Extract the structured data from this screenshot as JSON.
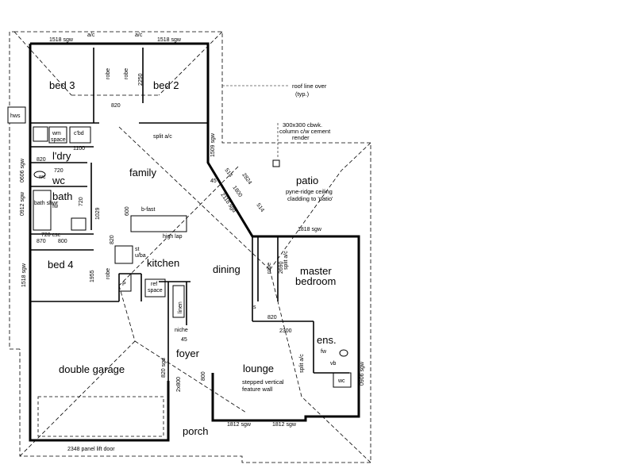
{
  "rooms": {
    "bed3": "bed 3",
    "bed2": "bed 2",
    "family": "family",
    "laundry": "l'dry",
    "wc": "wc",
    "bath": "bath",
    "bed4": "bed 4",
    "kitchen": "kitchen",
    "dining": "dining",
    "patio": "patio",
    "master": "master",
    "bedroom": "bedroom",
    "double_garage": "double garage",
    "foyer": "foyer",
    "lounge": "lounge",
    "ens": "ens.",
    "porch": "porch"
  },
  "fixtures": {
    "hws": "hws",
    "wm": "wm",
    "space": "space",
    "cbd": "c'bd",
    "robe": "robe",
    "wc_small": "wc",
    "bath_shwr": "bath shwr",
    "fw": "fw",
    "vb": "vb",
    "csc": "720 csc",
    "bfast": "b-fast",
    "high_lap": "high lap",
    "st": "st",
    "uba": "u/ba",
    "p": "P",
    "ref": "ref",
    "ref_space": "space",
    "linen": "linen",
    "niche": "niche",
    "s": "s",
    "ac": "a/c"
  },
  "notes": {
    "roof_line": "roof line over",
    "roof_typ": "(typ.)",
    "column_1": "300x300 cbwk.",
    "column_2": "column c/w cement",
    "column_3": "render",
    "ceiling_1": "pyne-ridge ceiling",
    "ceiling_2": "cladding to 'patio'",
    "feature_1": "stepped vertical",
    "feature_2": "feature wall",
    "split_ac": "split a/c",
    "panel_door": "2348 panel lift door"
  },
  "dims": {
    "d1518a": "1518 sgw",
    "d1518b": "1518 sgw",
    "d2250": "2250",
    "d820a": "820",
    "d1100": "1100",
    "d820b": "820",
    "d720": "720",
    "d0606": "0606 sgw",
    "d0912": "0912 sgw",
    "d870": "870",
    "d800a": "800",
    "d1518c": "1518 sgw",
    "d1029": "1029",
    "d600": "600",
    "d820c": "820",
    "d1955": "1955",
    "d1509": "1509 sgw",
    "d514a": "514",
    "d2824": "2824",
    "d1800": "1800",
    "d514b": "514",
    "d2118": "2118 sgd",
    "d45a": "45",
    "d1818a": "1818 sgw",
    "d2690": "2690",
    "d820d": "820",
    "d2300": "2300",
    "d0906": "0906 sgw",
    "d45b": "45",
    "d820e": "820 sgd",
    "d2x800": "2x800",
    "d800b": "800",
    "d1812a": "1812 sgw",
    "d1812b": "1812 sgw",
    "d720b": "720"
  }
}
